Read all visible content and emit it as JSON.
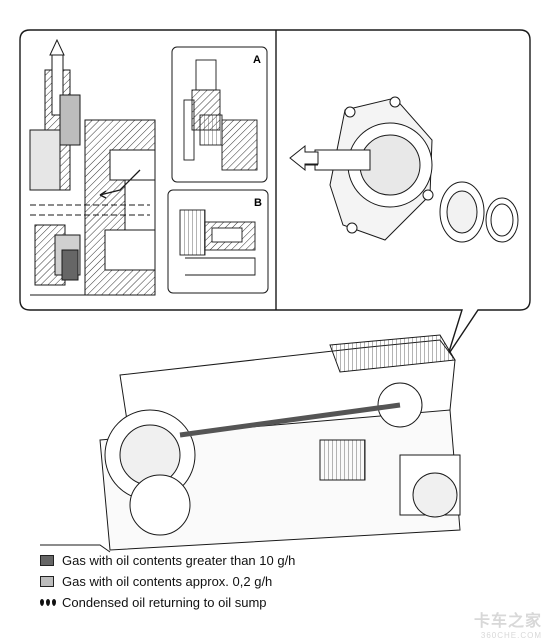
{
  "callouts": {
    "a": "A",
    "b": "B"
  },
  "colors": {
    "gas_high": "#666666",
    "gas_low": "#bdbdbd",
    "line": "#1a1a1a",
    "hatch": "#333333"
  },
  "icons": {
    "flow_arrow": "arrow-left-icon",
    "oil_drops": "oil-drop-icon"
  },
  "legend": {
    "items": [
      {
        "label": "Gas with oil contents greater than 10 g/h",
        "swatch": "#666666"
      },
      {
        "label": "Gas with oil contents approx. 0,2 g/h",
        "swatch": "#bdbdbd"
      },
      {
        "label": "Condensed oil returning to oil sump",
        "swatch": "drops"
      }
    ]
  },
  "watermark": {
    "brand": "卡车之家",
    "site": "360CHE.COM"
  }
}
